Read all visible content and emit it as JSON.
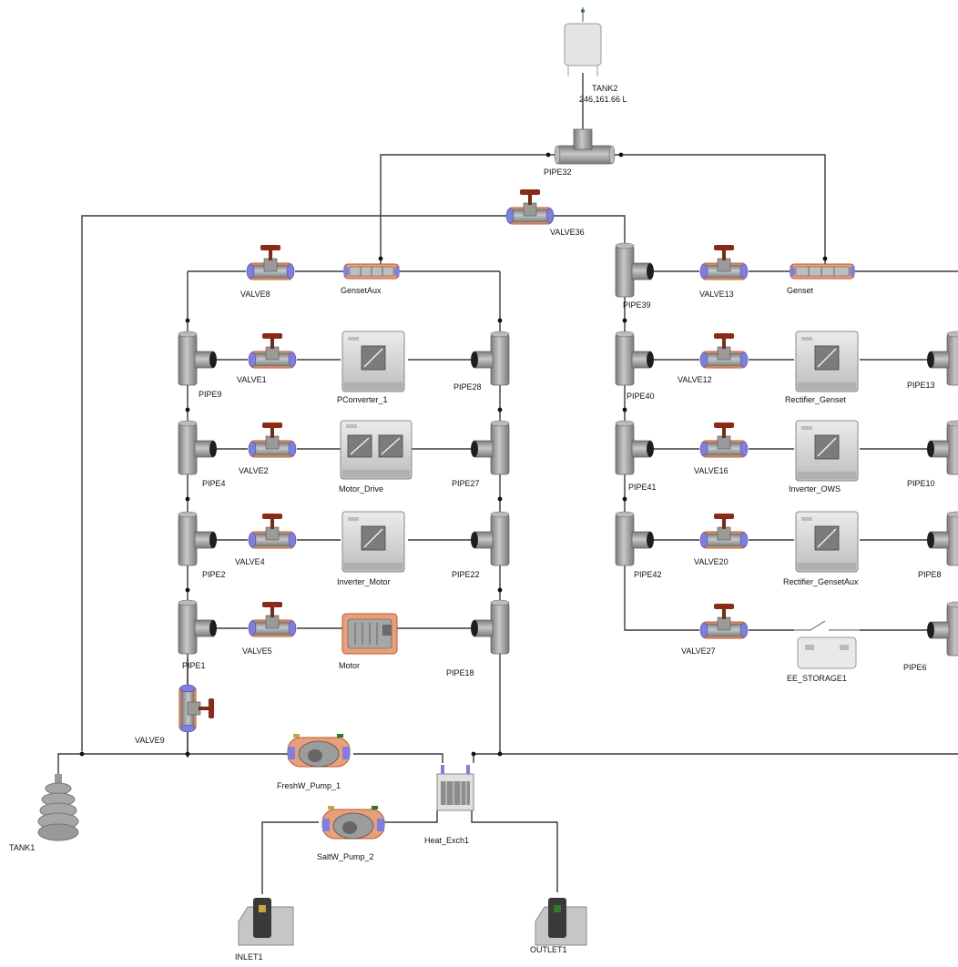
{
  "labels": {
    "tank2": "TANK2",
    "tank2_volume": "246,161.66 L",
    "pipe32": "PIPE32",
    "valve36": "VALVE36",
    "genset_aux": "GensetAux",
    "genset": "Genset",
    "valve8": "VALVE8",
    "valve13": "VALVE13",
    "pipe39": "PIPE39",
    "pipe9": "PIPE9",
    "valve1": "VALVE1",
    "pconverter": "PConverter_1",
    "pipe28": "PIPE28",
    "pipe40": "PIPE40",
    "valve12": "VALVE12",
    "rectifier_genset": "Rectifier_Genset",
    "pipe13": "PIPE13",
    "pipe4": "PIPE4",
    "valve2": "VALVE2",
    "motor_drive": "Motor_Drive",
    "pipe27": "PIPE27",
    "pipe41": "PIPE41",
    "valve16": "VALVE16",
    "inverter_ows": "Inverter_OWS",
    "pipe10": "PIPE10",
    "pipe2": "PIPE2",
    "valve4": "VALVE4",
    "inverter_motor": "Inverter_Motor",
    "pipe22": "PIPE22",
    "pipe42": "PIPE42",
    "valve20": "VALVE20",
    "rectifier_gensetaux": "Rectifier_GensetAux",
    "pipe8": "PIPE8",
    "pipe1": "PIPE1",
    "valve5": "VALVE5",
    "motor": "Motor",
    "pipe18": "PIPE18",
    "valve27": "VALVE27",
    "ee_storage": "EE_STORAGE1",
    "pipe6": "PIPE6",
    "valve9": "VALVE9",
    "freshw_pump": "FreshW_Pump_1",
    "heat_exch": "Heat_Exch1",
    "saltw_pump": "SaltW_Pump_2",
    "tank1": "TANK1",
    "inlet": "INLET1",
    "outlet": "OUTLET1"
  },
  "colors": {
    "line": "#3a3a3a",
    "component_gray": "#a9a9a9",
    "valve_handle": "#8b2a15",
    "valve_outline": "#e07a4a",
    "port_blue": "#7f7fe0",
    "cabinet": "#d4d4d4"
  }
}
